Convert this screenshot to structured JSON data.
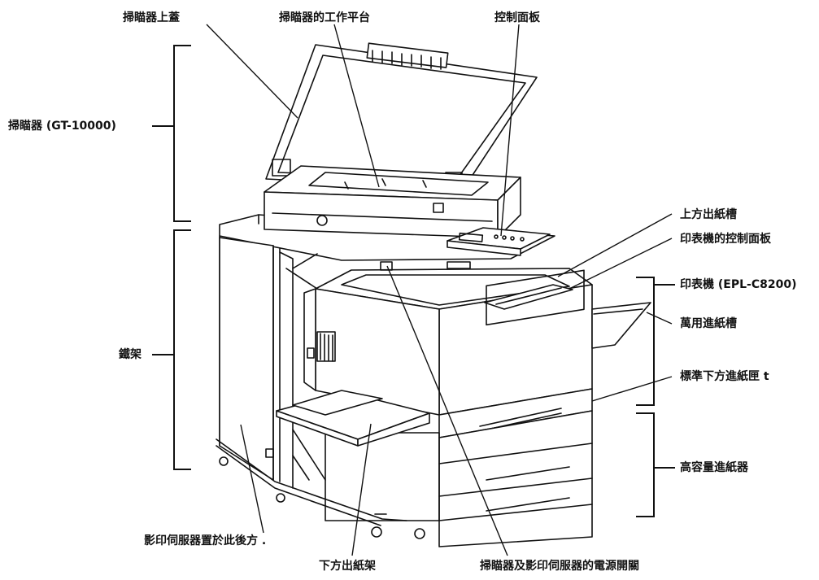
{
  "labels": {
    "scanner_cover": "掃瞄器上蓋",
    "scanner_platform": "掃瞄器的工作平台",
    "control_panel": "控制面板",
    "scanner_unit": "掃瞄器 (GT-10000)",
    "upper_output_tray": "上方出紙槽",
    "printer_control_panel": "印表機的控制面板",
    "printer_unit": "印表機 (EPL-C8200)",
    "mp_tray": "萬用進紙槽",
    "rack": "鐵架",
    "standard_lower_cassette": "標準下方進紙匣 t",
    "high_capacity_feeder": "高容量進紙器",
    "copy_server_location": "影印伺服器置於此後方 .",
    "lower_output_tray": "下方出紙架",
    "power_switch": "掃瞄器及影印伺服器的電源開關"
  }
}
